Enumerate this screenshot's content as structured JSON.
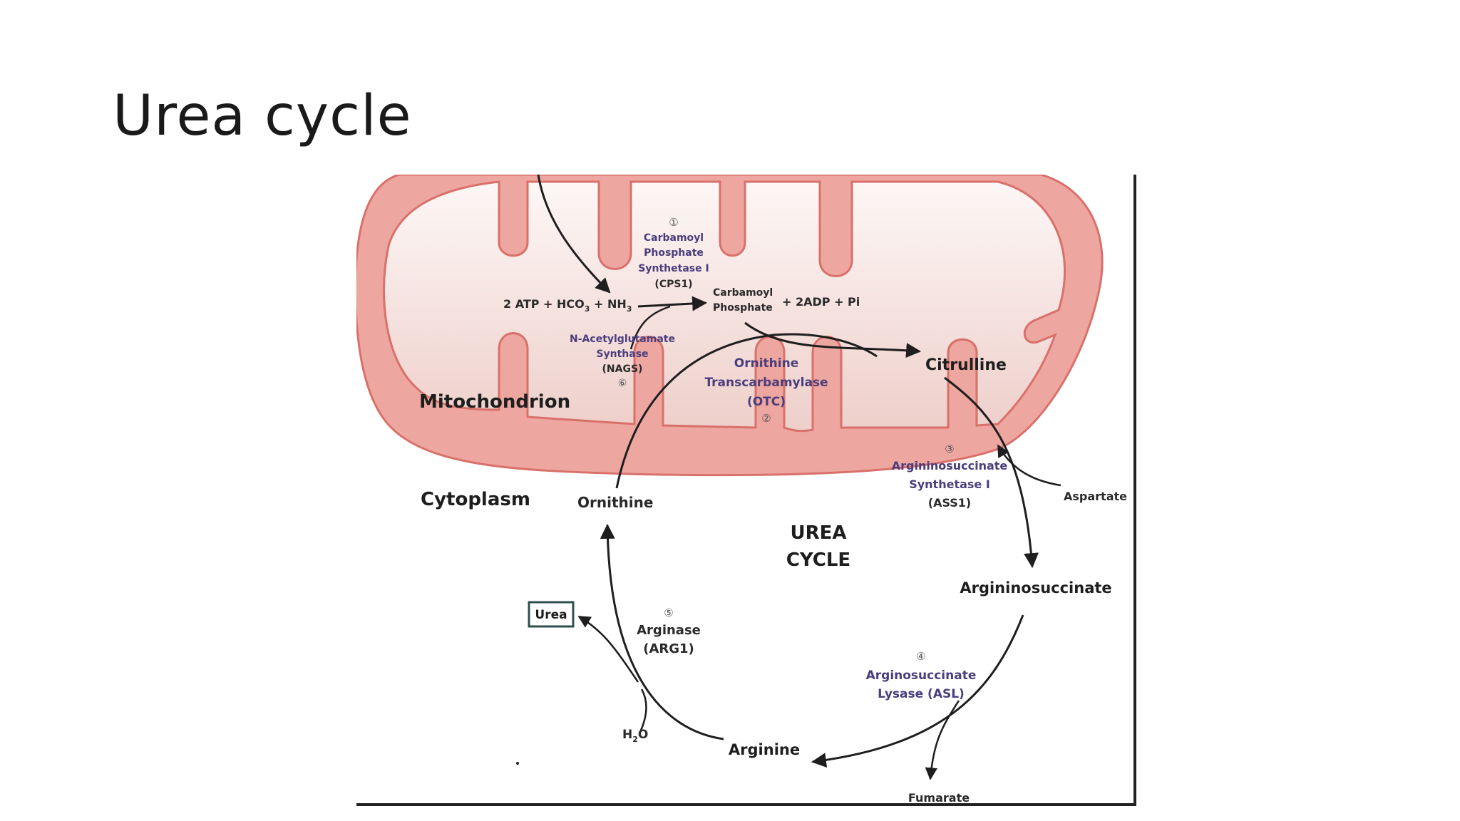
{
  "slide": {
    "title": "Urea cycle"
  },
  "diagram": {
    "compartments": {
      "mitochondrion": "Mitochondrion",
      "cytoplasm": "Cytoplasm"
    },
    "center": {
      "line1": "UREA",
      "line2": "CYCLE"
    },
    "reaction1": {
      "reactants": "2 ATP + HCO",
      "reactants_sub": "3",
      "reactants_mid": " + NH",
      "reactants_sub2": "3",
      "product_line1": "Carbamoyl",
      "product_line2": "Phosphate",
      "byproducts": "+ 2ADP + Pi"
    },
    "enzymes": {
      "cps1": {
        "number": "①",
        "lines": [
          "Carbamoyl",
          "Phosphate",
          "Synthetase I",
          "(CPS1)"
        ]
      },
      "nags": {
        "number": "⑥",
        "lines": [
          "N-Acetylglutamate",
          "Synthase",
          "(NAGS)"
        ]
      },
      "otc": {
        "number": "②",
        "lines": [
          "Ornithine",
          "Transcarbamylase",
          "(OTC)"
        ]
      },
      "ass1": {
        "number": "③",
        "lines": [
          "Argininosuccinate",
          "Synthetase I",
          "(ASS1)"
        ]
      },
      "asl": {
        "number": "④",
        "lines": [
          "Arginosuccinate",
          "Lysase (ASL)"
        ]
      },
      "arg1": {
        "number": "⑤",
        "lines": [
          "Arginase",
          "(ARG1)"
        ]
      }
    },
    "metabolites": {
      "citrulline": "Citrulline",
      "aspartate": "Aspartate",
      "argininosuccinate": "Argininosuccinate",
      "fumarate": "Fumarate",
      "arginine": "Arginine",
      "water": "H",
      "water_sub": "2",
      "water_o": "O",
      "urea": "Urea",
      "ornithine": "Ornithine"
    },
    "colors": {
      "membrane": "#eea6a0",
      "membrane_stroke": "#d9706a",
      "matrix": "#f7e2e0",
      "enzyme_text": "#4a3d7c",
      "arrow": "#1e1e1e"
    }
  }
}
